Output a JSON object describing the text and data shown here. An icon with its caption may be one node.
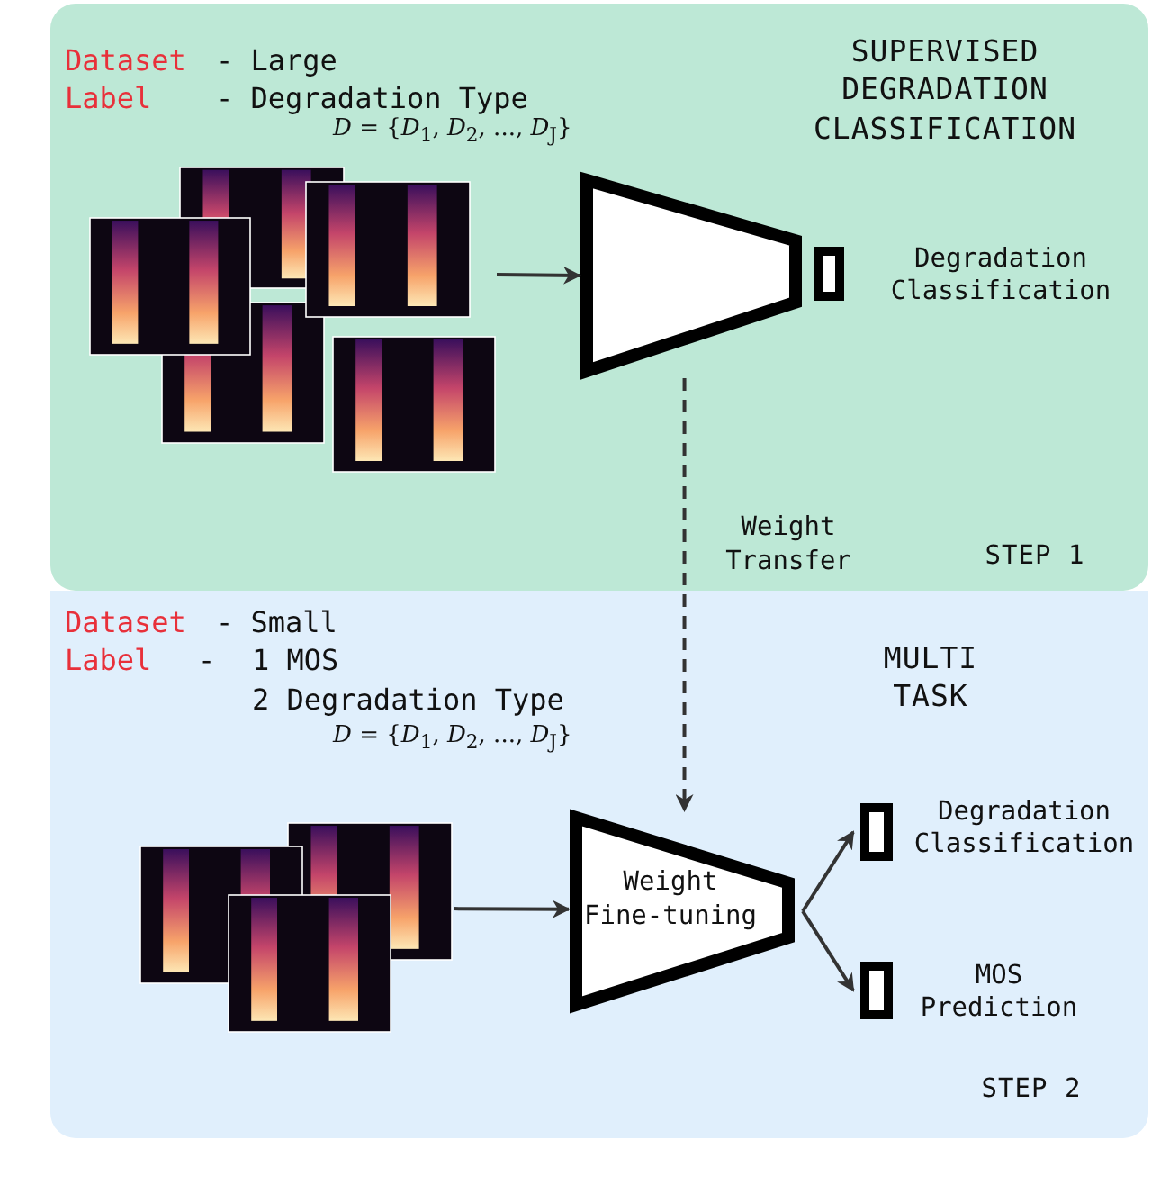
{
  "diagram": {
    "nodes": [
      {
        "text": [
          "SUPERVISED DEGRADATION CLASSIFICATION",
          "STEP 1"
        ]
      },
      {
        "text": [],
        "shape": "picture",
        "in": 0
      },
      {
        "text": [],
        "shape": "trapezoid",
        "in": 0
      },
      {
        "text": [],
        "shape": "box",
        "in": 0,
        "beside": [
          "Degradation Classification"
        ]
      },
      {
        "text": [
          "MULTI TASK",
          "STEP 2"
        ]
      },
      {
        "text": [],
        "shape": "picture",
        "in": 4
      },
      {
        "text": [
          "Weight Fine-tuning"
        ],
        "in": 4
      },
      {
        "text": [],
        "shape": "box",
        "in": 4,
        "beside": [
          "Degradation Classification"
        ]
      },
      {
        "text": [],
        "shape": "box",
        "in": 4,
        "beside": [
          "MOS Prediction"
        ]
      }
    ],
    "edges": [
      {
        "from": 1,
        "to": 2,
        "arrow": "to"
      },
      {
        "from": 2,
        "to": 6,
        "arrow": "to",
        "style": "dashed",
        "label": "Weight Transfer"
      },
      {
        "from": 5,
        "to": 6,
        "arrow": "to"
      },
      {
        "from": 6,
        "to": 7,
        "arrow": "to"
      },
      {
        "from": 6,
        "to": 8,
        "arrow": "to"
      }
    ],
    "labels": [
      "Dataset",
      "- Large",
      "Label",
      "- Degradation Type",
      "*D* = {*D*$_{1}$, *D*$_{2}$, ..., *D*$_{J}$}",
      "Dataset",
      "- Small",
      "Label",
      "-",
      "1 MOS",
      "2 Degradation Type",
      "*D* = {*D*$_{1}$, *D*$_{2}$, ..., *D*$_{J}$}"
    ]
  }
}
